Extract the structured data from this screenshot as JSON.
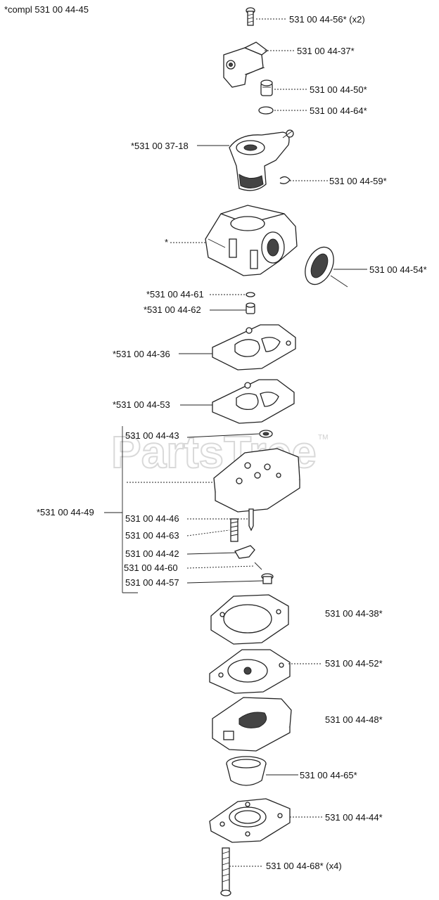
{
  "diagram": {
    "title": "*compl 531 00 44-45",
    "watermark": "PartsTree",
    "watermark_mark": "TM",
    "kit_label": "*531 00 44-49",
    "parts": [
      {
        "id": "p01",
        "label": "531 00 44-56* (x2)",
        "name": "screw"
      },
      {
        "id": "p02",
        "label": "531 00 44-37*",
        "name": "throttle-bracket"
      },
      {
        "id": "p03",
        "label": "531 00 44-50*",
        "name": "adjust-screw"
      },
      {
        "id": "p04",
        "label": "531 00 44-64*",
        "name": "o-ring"
      },
      {
        "id": "p05",
        "label": "*531 00 37-18",
        "name": "throttle-barrel"
      },
      {
        "id": "p06",
        "label": "531 00 44-59*",
        "name": "clip"
      },
      {
        "id": "p07",
        "label": "*",
        "name": "carburetor-body"
      },
      {
        "id": "p08",
        "label": "531 00 44-54*",
        "name": "seal-ring"
      },
      {
        "id": "p09",
        "label": "*531 00 44-61",
        "name": "small-o-ring"
      },
      {
        "id": "p10",
        "label": "*531 00 44-62",
        "name": "plug"
      },
      {
        "id": "p11",
        "label": "*531 00 44-36",
        "name": "gasket-upper"
      },
      {
        "id": "p12",
        "label": "*531 00 44-53",
        "name": "gasket-lower"
      },
      {
        "id": "p13",
        "label": "531 00 44-43",
        "name": "metering-screen"
      },
      {
        "id": "p14",
        "label": "",
        "name": "metering-plate"
      },
      {
        "id": "p15",
        "label": "531 00 44-46",
        "name": "needle"
      },
      {
        "id": "p16",
        "label": "531 00 44-63",
        "name": "spring"
      },
      {
        "id": "p17",
        "label": "531 00 44-42",
        "name": "lever"
      },
      {
        "id": "p18",
        "label": "531 00 44-60",
        "name": "pin"
      },
      {
        "id": "p19",
        "label": "531 00 44-57",
        "name": "lever-screw"
      },
      {
        "id": "p20",
        "label": "531 00 44-38*",
        "name": "gasket"
      },
      {
        "id": "p21",
        "label": "531 00 44-52*",
        "name": "diaphragm"
      },
      {
        "id": "p22",
        "label": "531 00 44-48*",
        "name": "cover"
      },
      {
        "id": "p23",
        "label": "531 00 44-65*",
        "name": "primer-bulb"
      },
      {
        "id": "p24",
        "label": "531 00 44-44*",
        "name": "bulb-cover"
      },
      {
        "id": "p25",
        "label": "531 00 44-68* (x4)",
        "name": "cover-screw"
      }
    ]
  }
}
